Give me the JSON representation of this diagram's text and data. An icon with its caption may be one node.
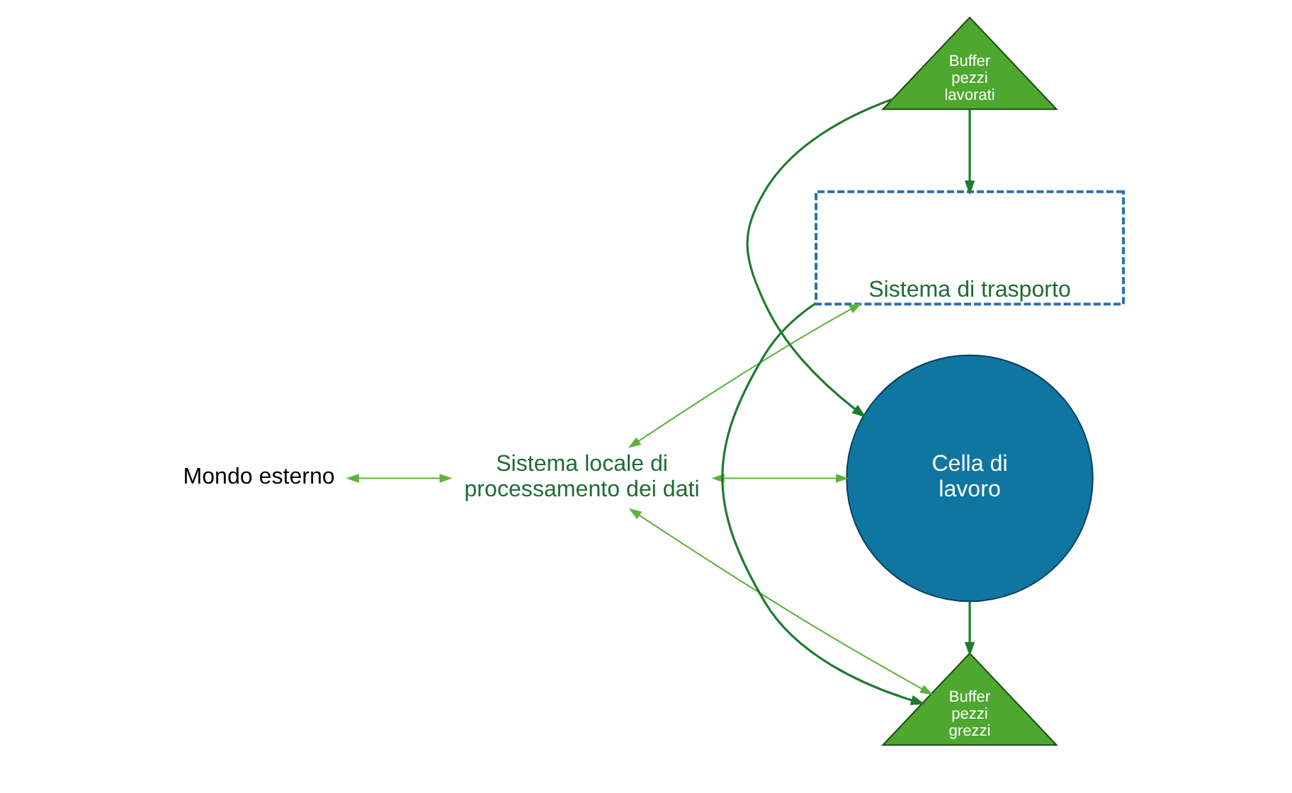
{
  "diagram": {
    "nodes": [
      {
        "text": [
          "Mondo esterno"
        ]
      },
      {
        "text": [
          "Sistema locale di processamento dei dati"
        ]
      },
      {
        "text": [
          "Cella di lavoro"
        ]
      },
      {
        "text": [
          "Buffer pezzi grezzi"
        ]
      },
      {
        "text": [
          "Buffer pezzi lavorati"
        ]
      },
      {
        "text": [
          "Sistema di trasporto"
        ]
      }
    ],
    "edges": [
      {
        "from": 0,
        "to": 1,
        "arrow": "both"
      },
      {
        "from": 1,
        "to": 2,
        "arrow": "both"
      },
      {
        "from": 1,
        "to": 3,
        "arrow": "both"
      },
      {
        "from": 1,
        "to": 5,
        "arrow": "both"
      },
      {
        "from": 2,
        "to": 3,
        "arrow": "to",
        "color": "#1e7b2e"
      },
      {
        "from": 4,
        "to": 2,
        "arrow": "to",
        "color": "#1e7b2e"
      },
      {
        "from": 5,
        "to": 3,
        "arrow": "to",
        "color": "#1e7b2e"
      },
      {
        "from": 4,
        "to": 5,
        "arrow": "to",
        "color": "#1e7b2e"
      }
    ]
  }
}
